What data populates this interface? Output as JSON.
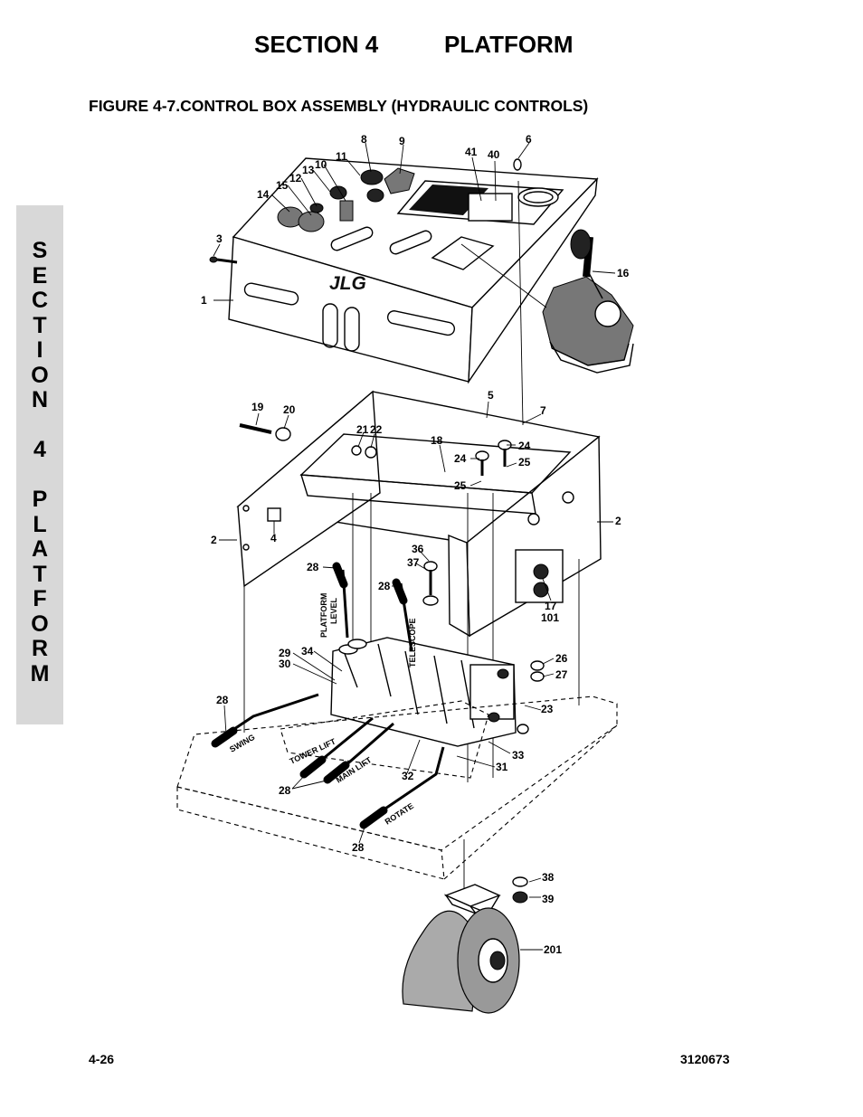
{
  "header": {
    "section": "SECTION 4",
    "title": "PLATFORM"
  },
  "figure": {
    "title": "FIGURE 4-7.CONTROL BOX ASSEMBLY (HYDRAULIC CONTROLS)"
  },
  "side_tab": {
    "letters": [
      "S",
      "E",
      "C",
      "T",
      "I",
      "O",
      "N",
      "",
      "4",
      "",
      "P",
      "L",
      "A",
      "T",
      "F",
      "O",
      "R",
      "M"
    ]
  },
  "footer": {
    "page": "4-26",
    "doc_number": "3120673"
  },
  "callouts": {
    "c8": "8",
    "c9": "9",
    "c6": "6",
    "c11": "11",
    "c10": "10",
    "c13": "13",
    "c12": "12",
    "c15": "15",
    "c14": "14",
    "c41": "41",
    "c40": "40",
    "c3": "3",
    "c16": "16",
    "c1": "1",
    "c5": "5",
    "c19": "19",
    "c20": "20",
    "c7": "7",
    "c21": "21",
    "c22": "22",
    "c18": "18",
    "c24a": "24",
    "c24b": "24",
    "c25a": "25",
    "c25b": "25",
    "c2a": "2",
    "c4": "4",
    "c2b": "2",
    "c36": "36",
    "c37": "37",
    "c28a": "28",
    "c28b": "28",
    "c17": "17",
    "c101": "101",
    "c29": "29",
    "c30": "30",
    "c34": "34",
    "c26": "26",
    "c27": "27",
    "c28c": "28",
    "c23": "23",
    "c33": "33",
    "c31": "31",
    "c32": "32",
    "c28d": "28",
    "c28e": "28",
    "c38": "38",
    "c39": "39",
    "c201": "201"
  },
  "valve_labels": {
    "platform_level_1": "PLATFORM",
    "platform_level_2": "LEVEL",
    "telescope": "TELESCOPE",
    "swing": "SWING",
    "tower_lift": "TOWER LIFT",
    "main_lift": "MAIN LIFT",
    "rotate": "ROTATE"
  },
  "logo": {
    "text": "JLG"
  }
}
